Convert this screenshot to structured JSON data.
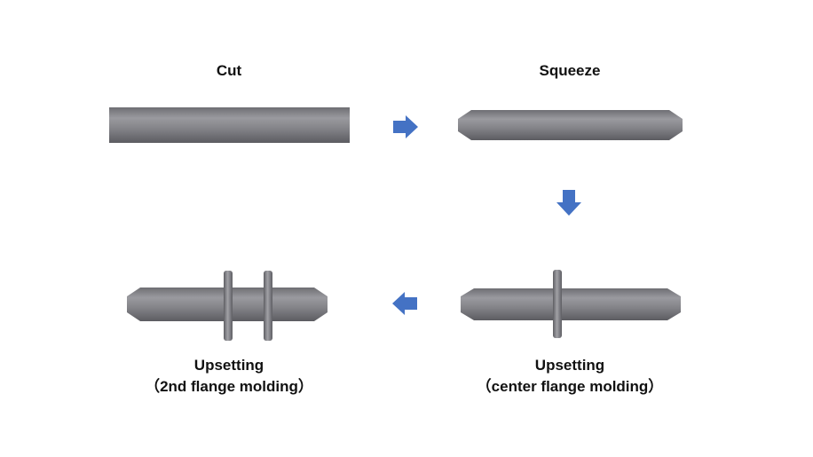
{
  "stages": {
    "cut": {
      "label": "Cut"
    },
    "squeeze": {
      "label": "Squeeze"
    },
    "upsetting_center": {
      "label": "Upsetting",
      "sublabel": "（center flange molding）"
    },
    "upsetting_2nd": {
      "label": "Upsetting",
      "sublabel": "（2nd flange molding）"
    }
  },
  "colors": {
    "rod": "#7d7d82",
    "arrow": "#4472c4",
    "text": "#111111"
  },
  "icons": {
    "arrows": [
      "arrow-right-icon",
      "arrow-down-icon",
      "arrow-left-icon"
    ]
  }
}
